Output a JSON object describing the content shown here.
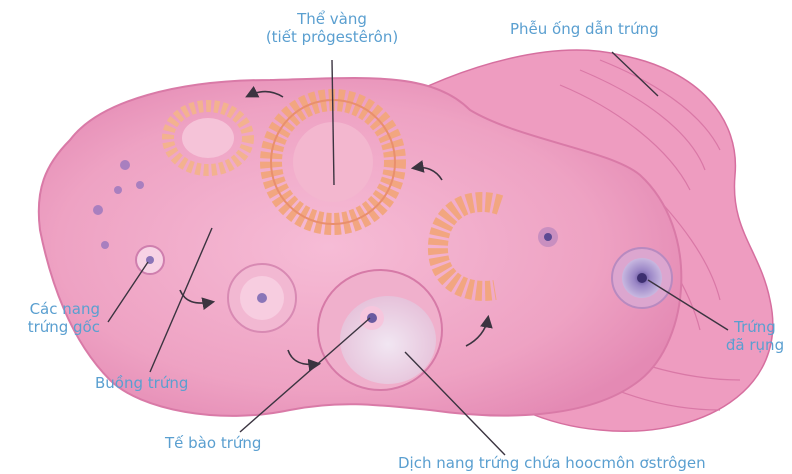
{
  "colors": {
    "label_text": "#5a9fd0",
    "leader_line": "#3b3440",
    "tissue_pink": "#f0a6c6",
    "tissue_dark": "#d977a5",
    "corpus_orange": "#f2ab86",
    "follicle_fluid": "#ece0ee",
    "ovum_purple": "#8a75b8",
    "arrow_color": "#3b3440"
  },
  "labels": {
    "corpus_luteum": "Thể vàng",
    "corpus_luteum_note": "(tiết prôgestêrôn)",
    "fallopian_funnel": "Phễu ống dẫn trứng",
    "primordial_follicles_line1": "Các nang",
    "primordial_follicles_line2": "trứng gốc",
    "ovary": "Buồng trứng",
    "egg_cell": "Tế bào trứng",
    "follicular_fluid": "Dịch nang trứng chứa hoocmôn ơstrôgen",
    "ovulated_egg_line1": "Trứng",
    "ovulated_egg_line2": "đã rụng"
  }
}
